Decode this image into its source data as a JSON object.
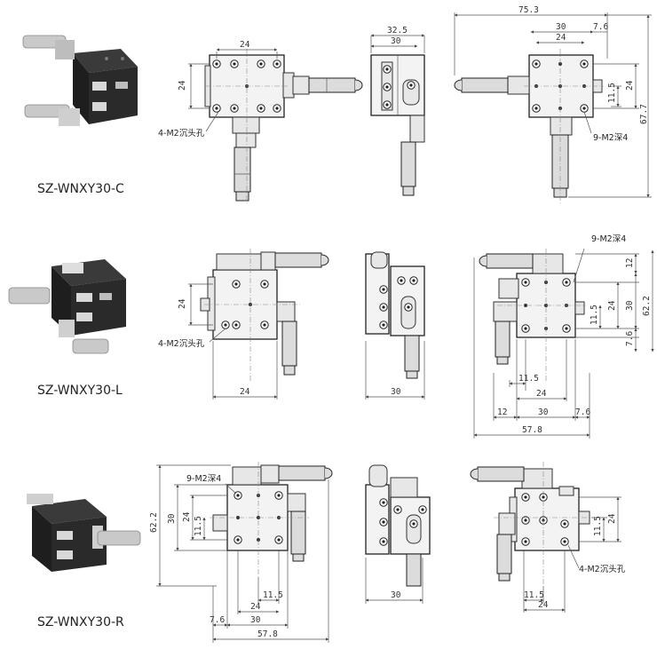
{
  "models": [
    {
      "label": "SZ-WNXY30-C"
    },
    {
      "label": "SZ-WNXY30-L"
    },
    {
      "label": "SZ-WNXY30-R"
    }
  ],
  "callouts": {
    "counterbore": "4-M2沉头孔",
    "tapped": "9-M2深4"
  },
  "dims": {
    "d24": "24",
    "d30": "30",
    "d32_5": "32.5",
    "d75_3": "75.3",
    "d7_6": "7.6",
    "d67_7": "67.7",
    "d11_5": "11.5",
    "d12": "12",
    "d62_2": "62.2",
    "d57_8": "57.8"
  }
}
